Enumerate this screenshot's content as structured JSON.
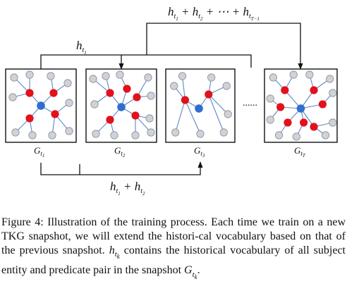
{
  "figure": {
    "top_label": "h_{t_1} + h_{t_2} + ⋯ + h_{t_{T−1}}",
    "mid_label": "h_{t_1}",
    "bottom_label": "h_{t_1} + h_{t_2}",
    "ellipsis": "......",
    "snapshots": [
      {
        "label": "G_{t_1}"
      },
      {
        "label": "G_{t_2}"
      },
      {
        "label": "G_{t_3}"
      },
      {
        "label": "G_{t_T}"
      }
    ],
    "colors": {
      "central_node": "#2f6fd0",
      "red_node": "#e3111b",
      "gray_node": "#cfd2d6",
      "edge": "#5f86c7",
      "frame": "#111111"
    }
  },
  "caption": {
    "prefix": "Figure 4: Illustration of the training process. Each time we train on a new TKG snapshot, we will extend the histori-cal vocabulary based on that of the previous snapshot. ",
    "var1": "h",
    "sub1": "t",
    "subsub1": "k",
    "middle": " contains the historical vocabulary of all subject entity and predicate pair in the snapshot ",
    "var2": "G",
    "sub2": "t",
    "subsub2": "k",
    "suffix": "."
  }
}
